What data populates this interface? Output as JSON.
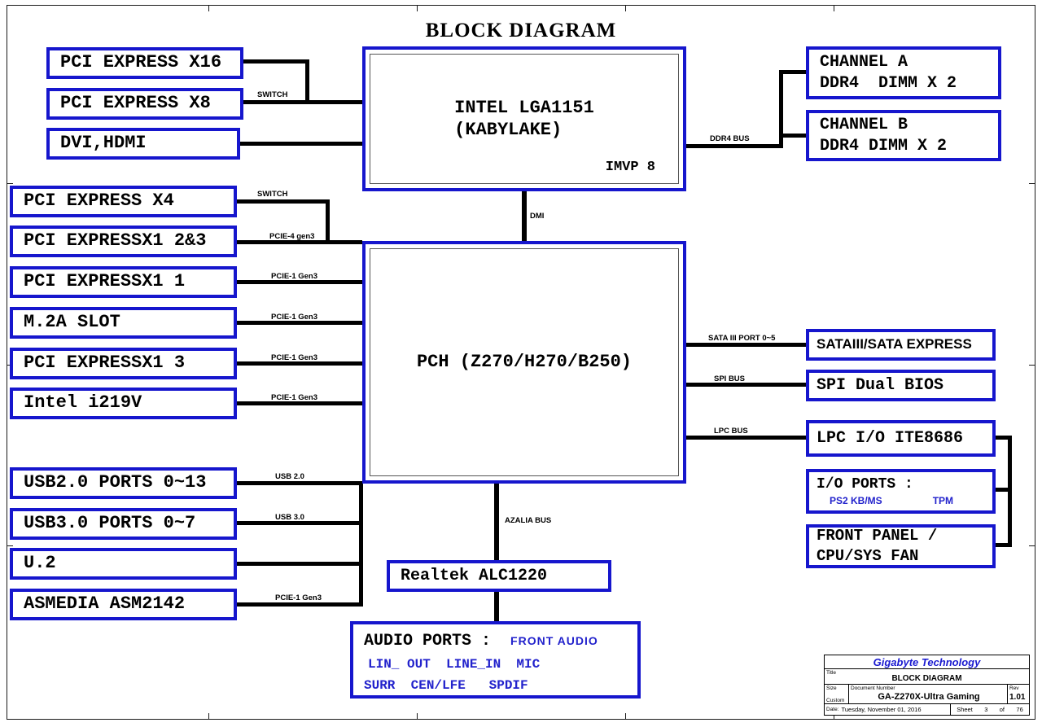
{
  "page_title": "BLOCK DIAGRAM",
  "colors": {
    "box_border_blue": "#1616cd",
    "blue_text": "#2222cc",
    "wire_black": "#000000"
  },
  "blocks": {
    "pcie_x16": "PCI EXPRESS X16",
    "pcie_x8": "PCI EXPRESS X8",
    "dvi_hdmi": "DVI,HDMI",
    "cpu": "INTEL LGA1151\n(KABYLAKE)",
    "cpu_sub": "IMVP 8",
    "channel_a": "CHANNEL A\nDDR4  DIMM X 2",
    "channel_b": "CHANNEL B\nDDR4 DIMM X 2",
    "pcie_x4": "PCI EXPRESS X4",
    "pcie_x1_23": "PCI EXPRESSX1 2&3",
    "pcie_x1_1": "PCI EXPRESSX1 1",
    "m2a_slot": "M.2A SLOT",
    "pcie_x1_3": "PCI EXPRESSX1 3",
    "intel_i219v": "Intel i219V",
    "pch": "PCH (Z270/H270/B250)",
    "sata": "SATAIII/SATA EXPRESS",
    "spi_bios": "SPI Dual BIOS",
    "lpc_io": "LPC I/O ITE8686",
    "io_ports_title": "I/O PORTS :",
    "io_ports_item1": "PS2 KB/MS",
    "io_ports_item2": "TPM",
    "front_panel": "FRONT PANEL /\nCPU/SYS FAN",
    "usb2": "USB2.0 PORTS 0~13",
    "usb3": "USB3.0 PORTS 0~7",
    "u2": "U.2",
    "asmedia": "ASMEDIA ASM2142",
    "realtek": "Realtek ALC1220",
    "audio_title": "AUDIO PORTS :",
    "audio_front": "FRONT AUDIO",
    "audio_line1": "LIN_ OUT  LINE_IN  MIC",
    "audio_line2": "SURR  CEN/LFE   SPDIF"
  },
  "bus_labels": {
    "switch_cpu": "SWITCH",
    "ddr4": "DDR4 BUS",
    "dmi": "DMI",
    "switch_pch": "SWITCH",
    "pcie4": "PCIE-4 gen3",
    "pcie1_a": "PCIE-1 Gen3",
    "pcie1_b": "PCIE-1 Gen3",
    "pcie1_c": "PCIE-1 Gen3",
    "pcie1_d": "PCIE-1 Gen3",
    "sata": "SATA III PORT 0~5",
    "spi": "SPI BUS",
    "lpc": "LPC BUS",
    "usb2": "USB 2.0",
    "usb3": "USB 3.0",
    "pcie1_asm": "PCIE-1 Gen3",
    "azalia": "AZALIA BUS"
  },
  "title_block": {
    "company": "Gigabyte Technology",
    "title_label": "Title",
    "title": "BLOCK DIAGRAM",
    "size_label": "Size",
    "size_value": "Custom",
    "doc_label": "Document Number",
    "document": "GA-Z270X-Ultra Gaming",
    "rev_label": "Rev",
    "rev": "1.01",
    "date_label": "Date:",
    "date": "Tuesday, November 01, 2016",
    "sheet_label": "Sheet",
    "sheet": "3",
    "of_label": "of",
    "total": "76"
  }
}
